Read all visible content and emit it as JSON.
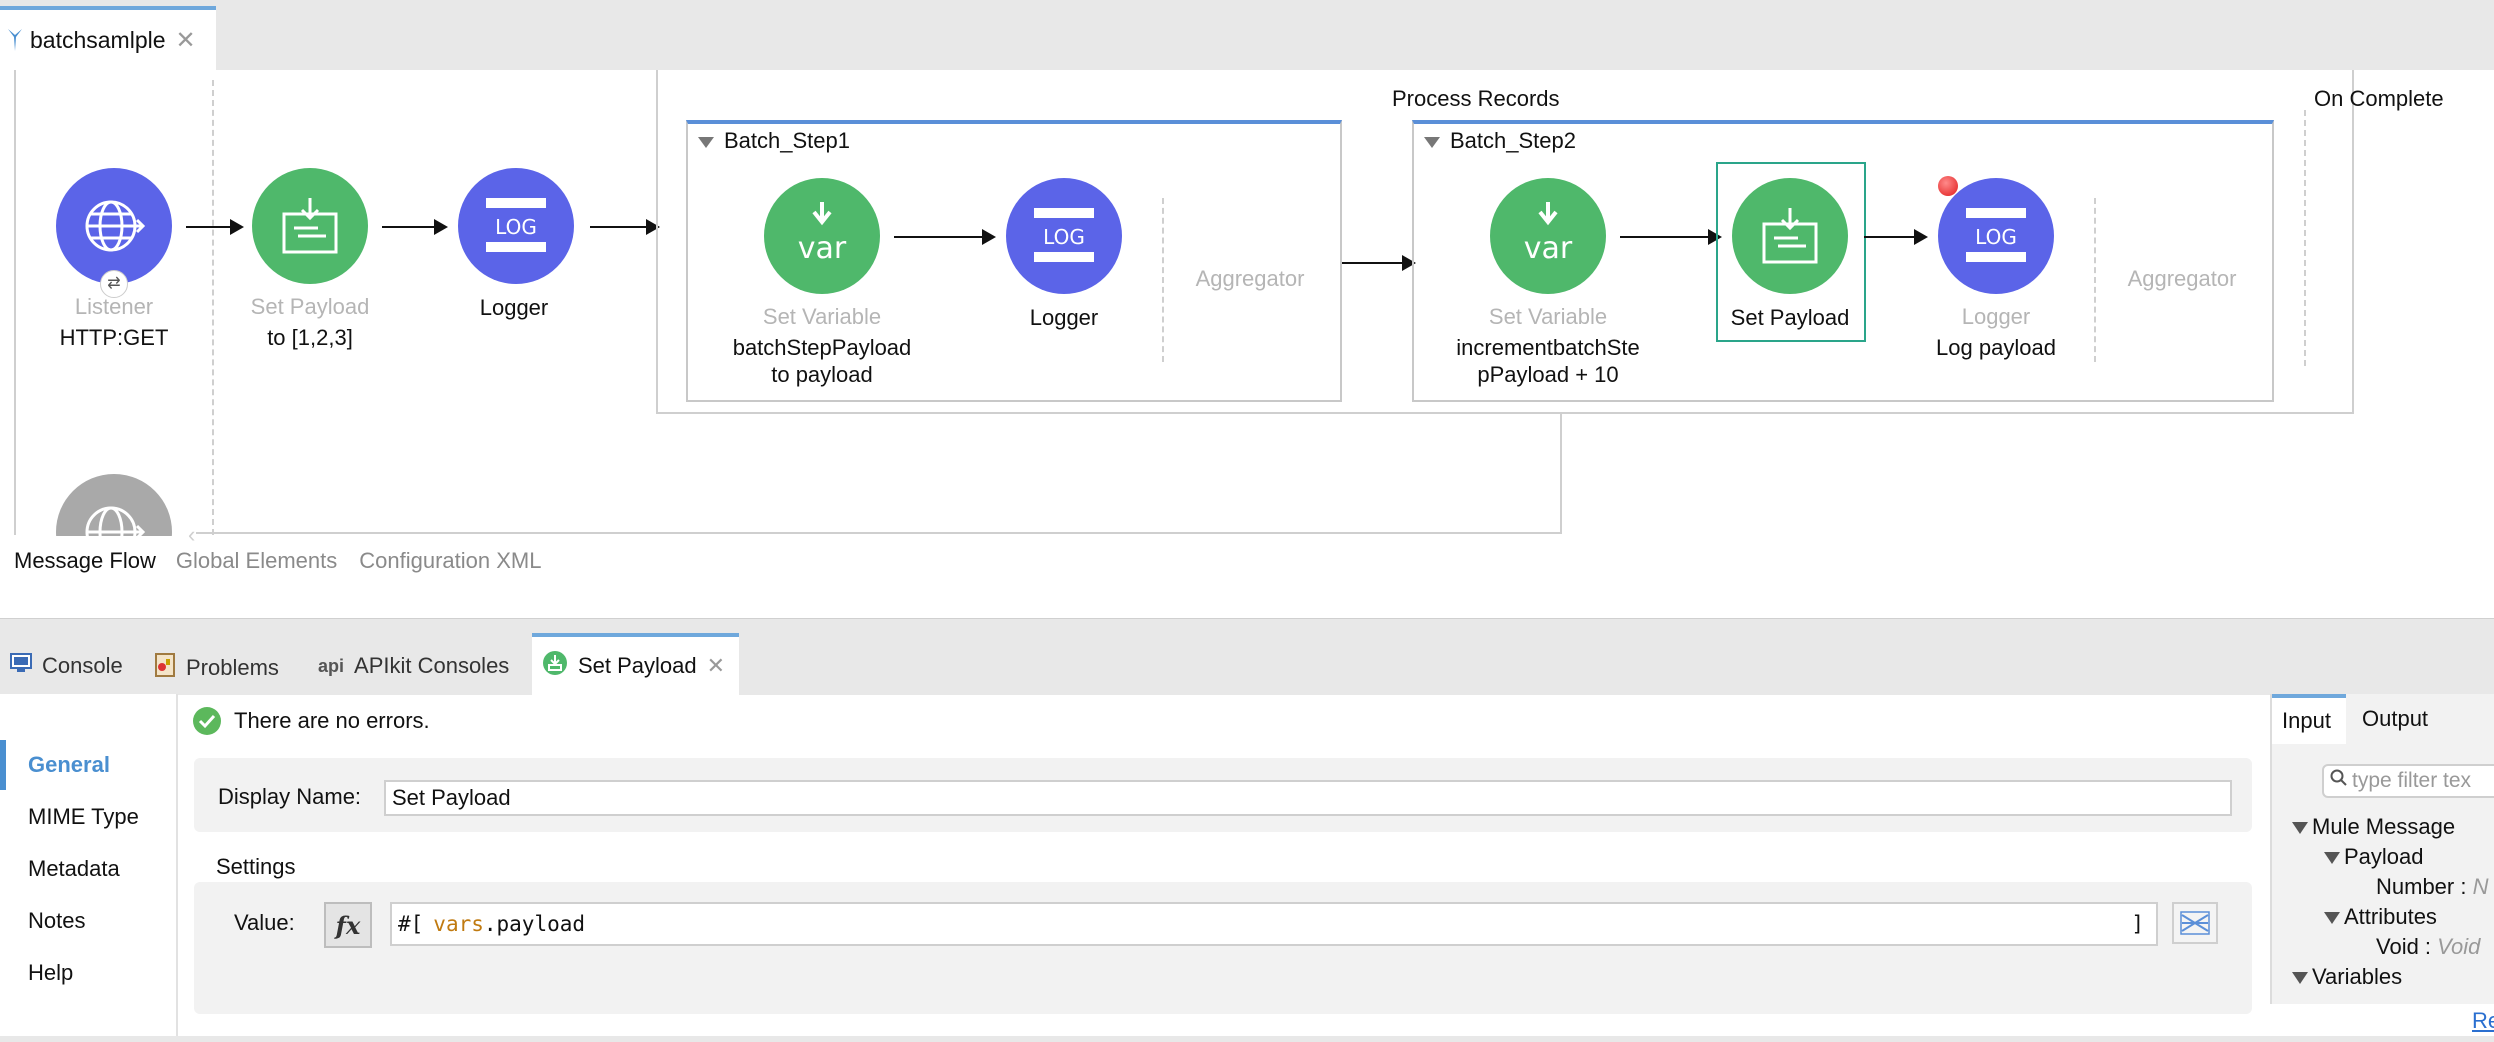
{
  "editor": {
    "tab_title": "batchsamlple",
    "close": "✕"
  },
  "flow": {
    "listener": {
      "type": "Listener",
      "name": "HTTP:GET"
    },
    "set_payload": {
      "type": "Set Payload",
      "name": "to [1,2,3]"
    },
    "logger": {
      "name": "Logger"
    },
    "process_records": "Process Records",
    "on_complete": "On Complete",
    "step1": {
      "title": "Batch_Step1",
      "set_variable": {
        "type": "Set Variable",
        "name_line1": "batchStepPayload",
        "name_line2": "to payload"
      },
      "logger": "Logger",
      "aggregator": "Aggregator"
    },
    "step2": {
      "title": "Batch_Step2",
      "set_variable": {
        "type": "Set Variable",
        "name_line1": "incrementbatchSte",
        "name_line2": "pPayload + 10"
      },
      "set_payload": "Set Payload",
      "logger": {
        "type": "Logger",
        "name": "Log payload"
      },
      "aggregator": "Aggregator"
    },
    "icons": {
      "var": "var",
      "log": "LOG"
    }
  },
  "editor_tabs": [
    "Message Flow",
    "Global Elements",
    "Configuration XML"
  ],
  "panel_tabs": {
    "console": "Console",
    "problems": "Problems",
    "apikit": "APIkit Consoles",
    "apikit_icon": "api",
    "set_payload": "Set Payload"
  },
  "properties": {
    "status": "There are no errors.",
    "nav": [
      "General",
      "MIME Type",
      "Metadata",
      "Notes",
      "Help"
    ],
    "display_name_label": "Display Name:",
    "display_name_value": "Set Payload",
    "settings_label": "Settings",
    "value_label": "Value:",
    "fx_label": "fx",
    "expr_prefix": "#[",
    "expr_var": "vars",
    "expr_rest": ".payload",
    "expr_suffix": "]"
  },
  "metadata_panel": {
    "tabs": [
      "Input",
      "Output"
    ],
    "filter_placeholder": "type filter tex",
    "tree": {
      "mule_message": "Mule Message",
      "payload": "Payload",
      "number": "Number :",
      "number_type": "N",
      "attributes": "Attributes",
      "void": "Void :",
      "void_type": "Void",
      "variables": "Variables"
    },
    "link": "Re"
  },
  "colors": {
    "blue_node": "#5b64e8",
    "green_node": "#4fb86b",
    "accent": "#4a8fd0"
  }
}
